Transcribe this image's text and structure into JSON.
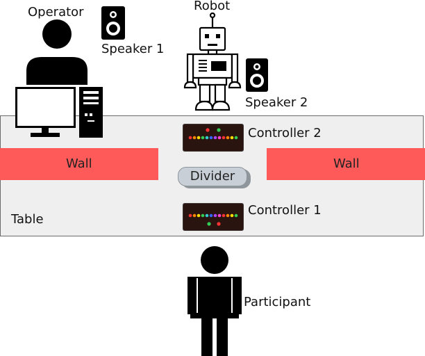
{
  "labels": {
    "operator": "Operator",
    "speaker1": "Speaker 1",
    "robot": "Robot",
    "speaker2": "Speaker 2",
    "controller2": "Controller 2",
    "controller1": "Controller 1",
    "wall_left": "Wall",
    "wall_right": "Wall",
    "divider": "Divider",
    "table": "Table",
    "participant": "Participant"
  },
  "colors": {
    "wall": "#ff5a5a",
    "table": "#efefef",
    "divider": "#c8cfd6",
    "controller_body": "#2a1410"
  },
  "icons": {
    "operator": "person-icon",
    "participant": "person-full-icon",
    "robot": "robot-icon",
    "speaker": "speaker-icon",
    "computer": "desktop-computer-icon",
    "controller": "game-controller-icon"
  }
}
